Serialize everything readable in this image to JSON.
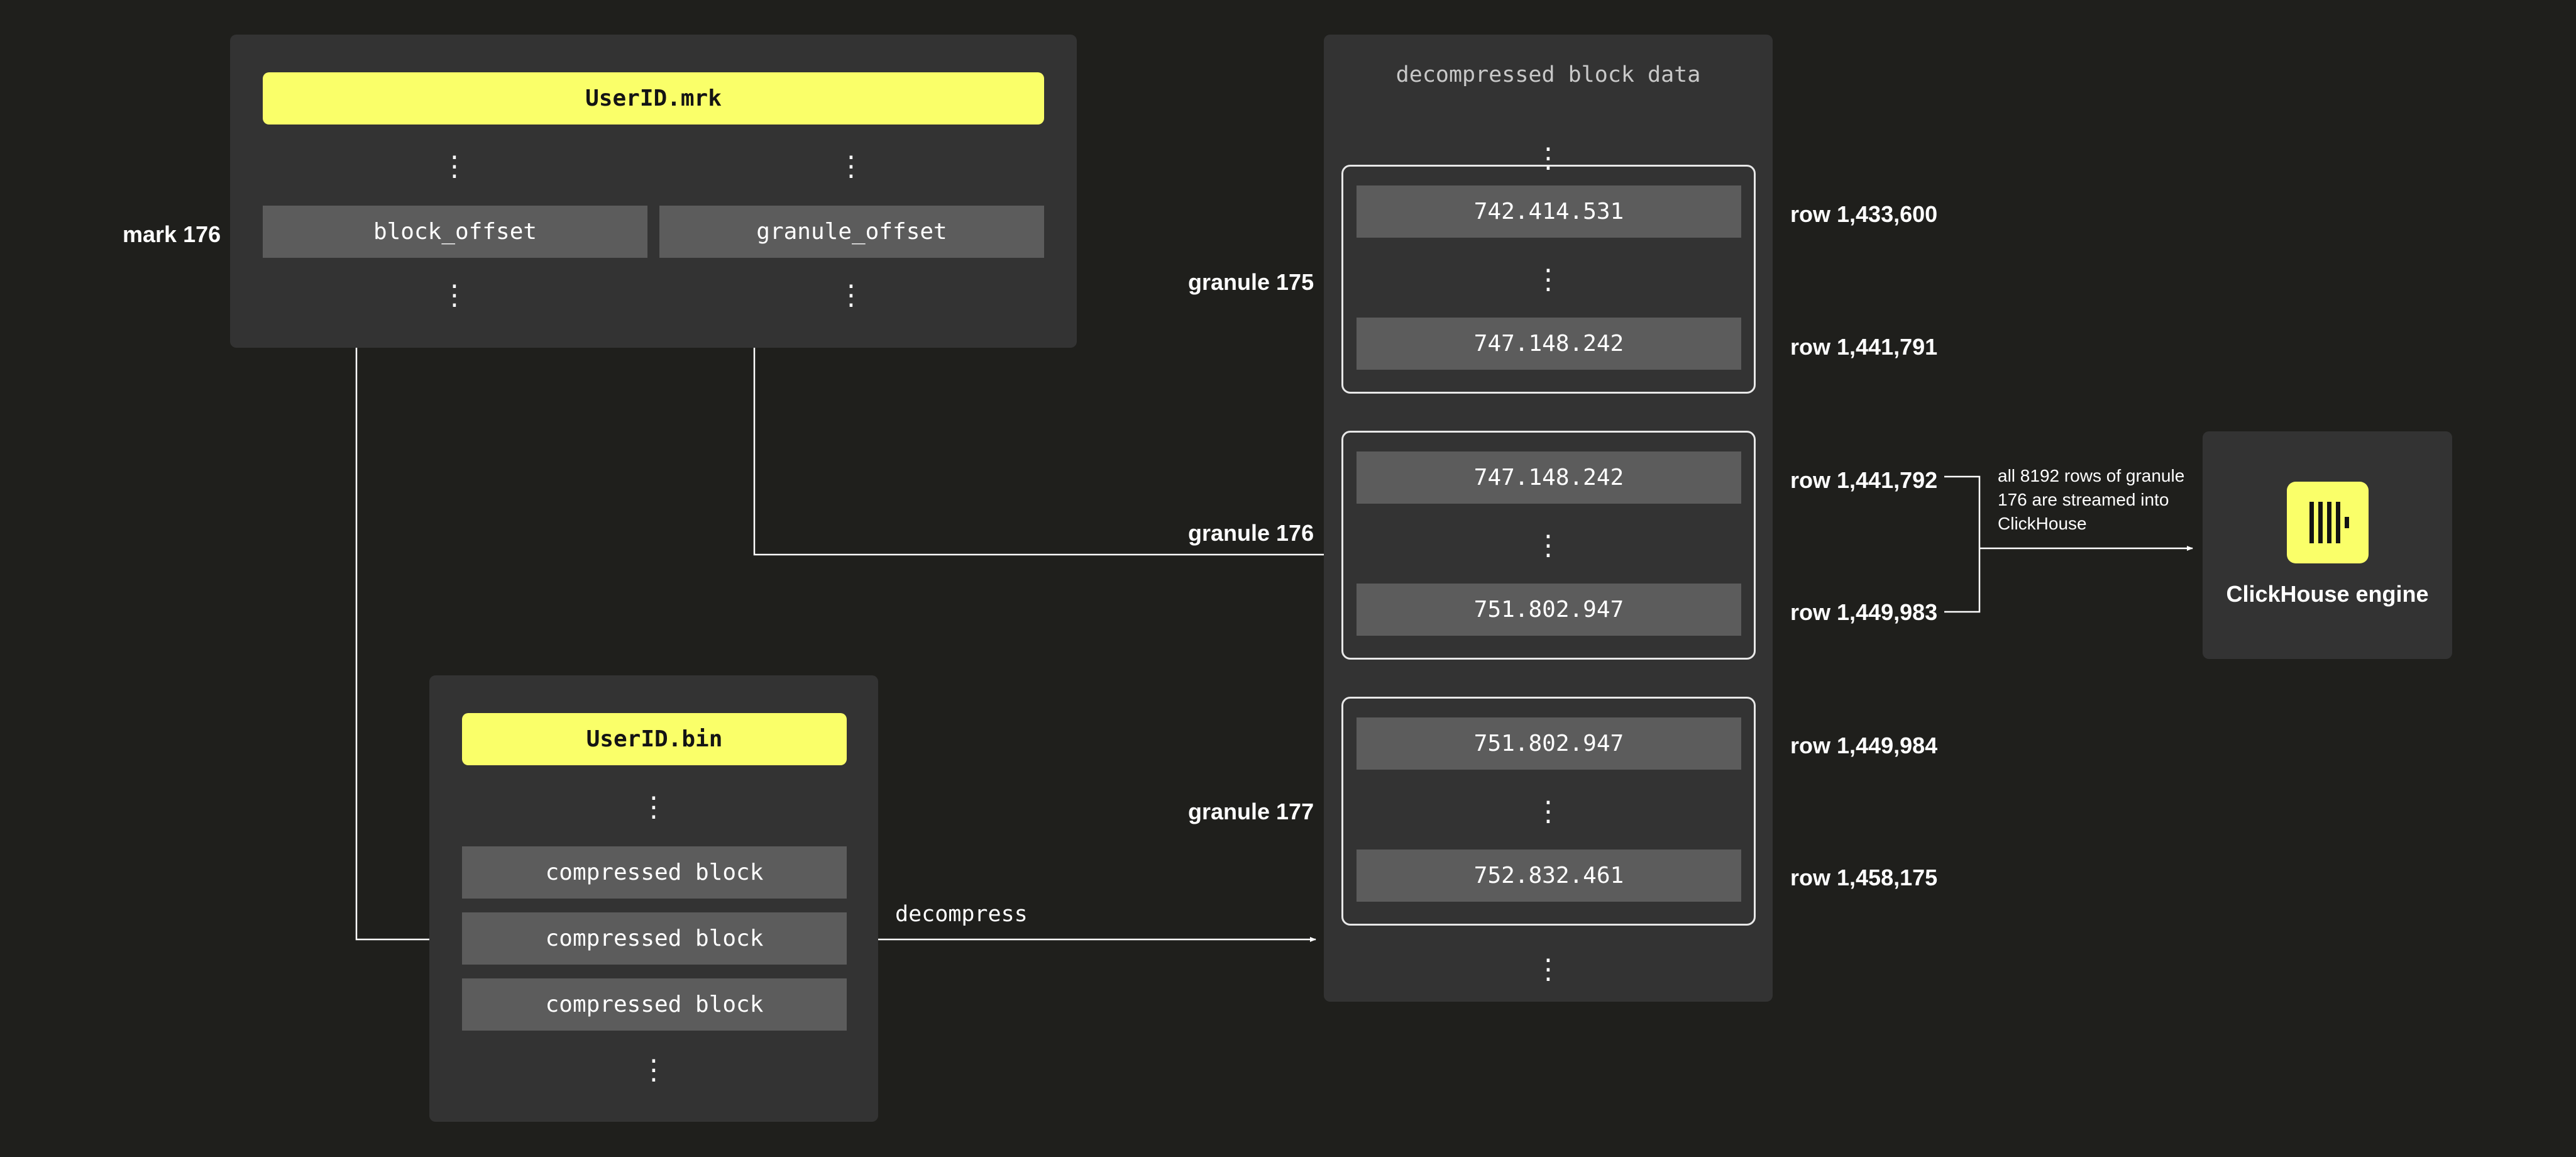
{
  "mark_file": {
    "title": "UserID.mrk",
    "mark_label": "mark 176",
    "col_block": "block_offset",
    "col_granule": "granule_offset"
  },
  "bin_file": {
    "title": "UserID.bin",
    "blocks": [
      "compressed block",
      "compressed block",
      "compressed block"
    ]
  },
  "decompress_label": "decompress",
  "decompressed": {
    "title": "decompressed block data",
    "granules": [
      {
        "label": "granule 175",
        "first_value": "742.414.531",
        "last_value": "747.148.242",
        "first_row": "row 1,433,600",
        "last_row": "row 1,441,791"
      },
      {
        "label": "granule 176",
        "first_value": "747.148.242",
        "last_value": "751.802.947",
        "first_row": "row 1,441,792",
        "last_row": "row 1,449,983"
      },
      {
        "label": "granule 177",
        "first_value": "751.802.947",
        "last_value": "752.832.461",
        "first_row": "row 1,449,984",
        "last_row": "row 1,458,175"
      }
    ]
  },
  "stream_note": "all 8192 rows of granule 176 are streamed into ClickHouse",
  "engine": {
    "label": "ClickHouse engine",
    "icon": "clickhouse-logo-icon"
  },
  "colors": {
    "background": "#1f1f1c",
    "panel": "#333333",
    "cell": "#5c5c5c",
    "accent_yellow": "#faff69"
  }
}
